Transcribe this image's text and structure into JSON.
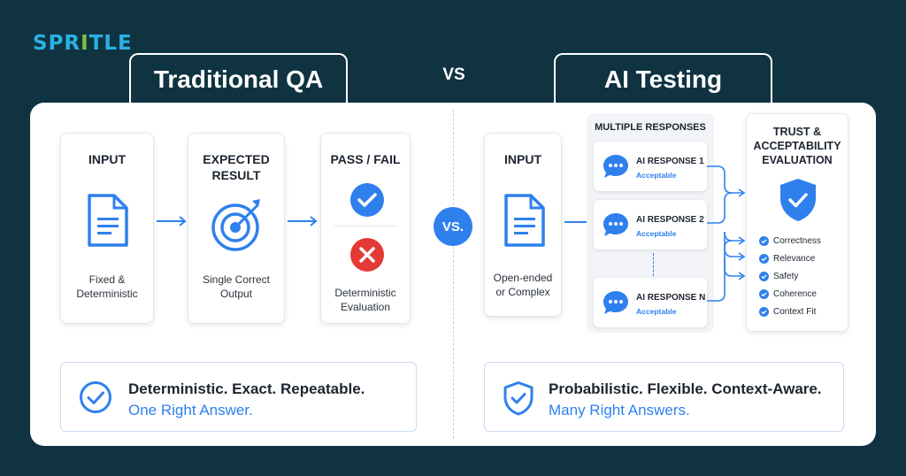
{
  "brand": {
    "logo_pre": "SPR",
    "logo_i": "I",
    "logo_post": "TLE"
  },
  "header": {
    "left_tab": "Traditional QA",
    "vs": "VS",
    "right_tab": "AI Testing"
  },
  "traditional": {
    "input": {
      "title": "INPUT",
      "caption_1": "Fixed &",
      "caption_2": "Deterministic",
      "icon": "document-icon"
    },
    "expected": {
      "title_1": "EXPECTED",
      "title_2": "RESULT",
      "caption_1": "Single Correct",
      "caption_2": "Output",
      "icon": "target-icon"
    },
    "passfail": {
      "title": "PASS / FAIL",
      "caption_1": "Deterministic",
      "caption_2": "Evaluation",
      "icons": [
        "check-circle-icon",
        "x-circle-icon"
      ]
    },
    "summary": {
      "line1": "Deterministic. Exact. Repeatable.",
      "line2": "One Right Answer.",
      "icon": "check-circle-outline-icon"
    }
  },
  "vs_badge": "VS.",
  "ai": {
    "input": {
      "title": "INPUT",
      "caption_1": "Open-ended",
      "caption_2": "or Complex",
      "icon": "document-icon"
    },
    "multiple": {
      "title": "MULTIPLE RESPONSES",
      "responses": [
        {
          "name": "AI RESPONSE 1",
          "status": "Acceptable"
        },
        {
          "name": "AI RESPONSE 2",
          "status": "Acceptable"
        },
        {
          "name": "AI RESPONSE N",
          "status": "Acceptable"
        }
      ]
    },
    "trust": {
      "title_1": "TRUST &",
      "title_2": "ACCEPTABILITY",
      "title_3": "EVALUATION",
      "icon": "shield-check-icon",
      "criteria": [
        "Correctness",
        "Relevance",
        "Safety",
        "Coherence",
        "Context Fit"
      ]
    },
    "summary": {
      "line1": "Probabilistic. Flexible. Context-Aware.",
      "line2": "Many Right Answers.",
      "icon": "shield-check-outline-icon"
    }
  },
  "colors": {
    "background": "#0f3340",
    "accent": "#2f80ed",
    "fail": "#e53935"
  }
}
